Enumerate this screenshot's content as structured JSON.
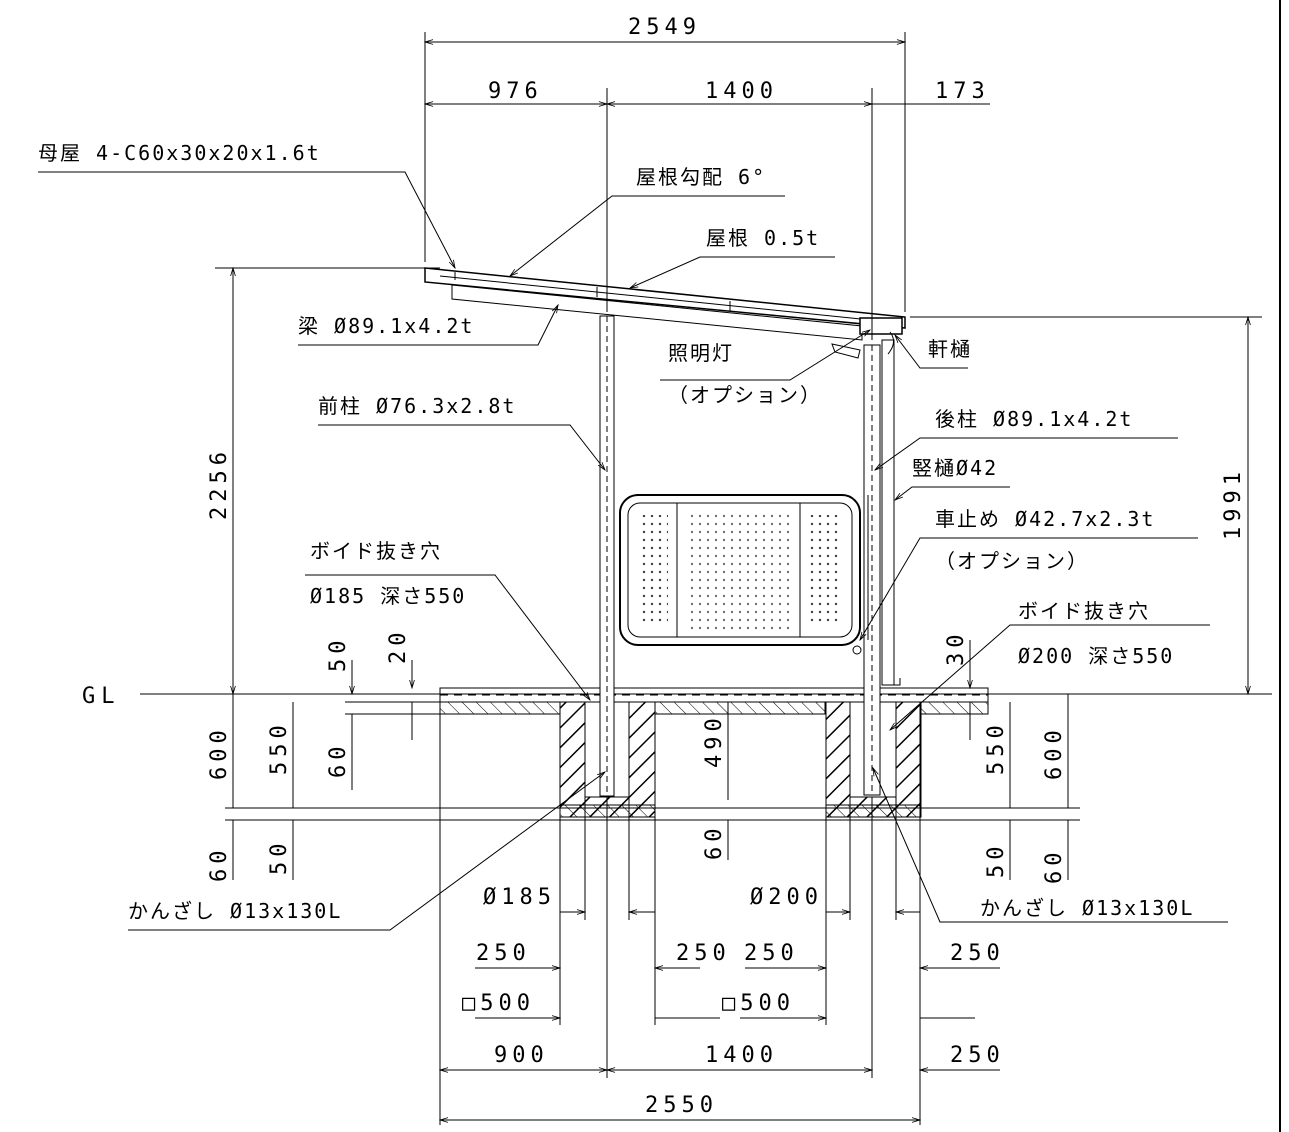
{
  "diagram": {
    "ground_label": "GL",
    "top_dims": {
      "overall": "2549",
      "front_overhang": "976",
      "span": "1400",
      "rear_overhang": "173"
    },
    "bottom_dims": {
      "front": "900",
      "span": "1400",
      "rear": "250",
      "overall": "2550"
    },
    "footings": {
      "front": {
        "diameter": "Ø185",
        "left": "250",
        "right": "250",
        "square": "□500"
      },
      "rear": {
        "diameter": "Ø200",
        "left": "250",
        "right": "250",
        "square": "□500"
      }
    },
    "vertical_dims": {
      "left_height": "2256",
      "right_height": "1991",
      "left_600": "600",
      "left_550": "550",
      "left_60_top": "60",
      "left_50_top": "50",
      "left_20": "20",
      "left_60_bottom": "60",
      "left_50_bottom": "50",
      "center_490": "490",
      "center_60": "60",
      "right_30": "30",
      "right_550": "550",
      "right_600": "600",
      "right_50": "50",
      "right_60": "60"
    },
    "callouts": {
      "purlin": "母屋  4-C60x30x20x1.6t",
      "roof_slope": "屋根勾配  6°",
      "roof": "屋根  0.5t",
      "beam": "梁  Ø89.1x4.2t",
      "eaves_gutter": "軒樋",
      "light": "照明灯",
      "light_option": "（オプション）",
      "front_post": "前柱  Ø76.3x2.8t",
      "rear_post": "後柱  Ø89.1x4.2t",
      "downpipe": "竪樋Ø42",
      "bollard": "車止め  Ø42.7x2.3t",
      "bollard_option": "（オプション）",
      "void_front_title": "ボイド抜き穴",
      "void_front_size": "Ø185  深さ550",
      "void_rear_title": "ボイド抜き穴",
      "void_rear_size": "Ø200  深さ550",
      "anchor_front": "かんざし  Ø13x130L",
      "anchor_rear": "かんざし  Ø13x130L"
    }
  }
}
